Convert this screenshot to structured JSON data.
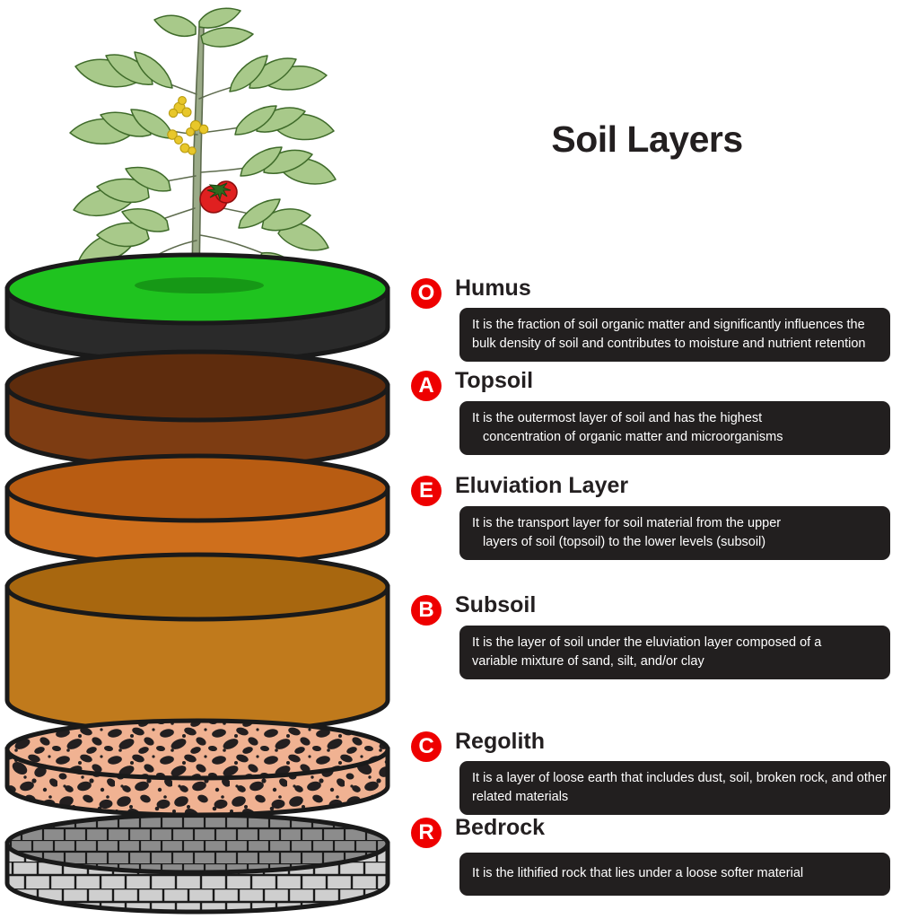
{
  "title": "Soil Layers",
  "colors": {
    "badge_red": "#ee0000",
    "panel_dark": "#221f1f",
    "text_dark": "#231f20",
    "grass_green": "#1fc31f",
    "humus_dark": "#2a2a2a",
    "topsoil_brown": "#7d3c12",
    "eluviation_orange": "#cf6f1c",
    "subsoil_orange": "#c07a1c",
    "regolith_tan": "#f0b292",
    "regolith_rock": "#231f20",
    "bedrock_light": "#cfcfcf",
    "bedrock_top": "#8c8c8c",
    "outline": "#1a1a1a",
    "plant_leaf": "#a8c98a",
    "plant_leaf_dark": "#3f6b2a",
    "plant_stem": "#9bab88",
    "tomato_red": "#e02020",
    "flower_yellow": "#e8c72a"
  },
  "illustration": {
    "alt": "Stacked cylinder cross-section of soil horizons with tomato plant on top",
    "plant": {
      "name": "tomato-plant",
      "fruit_count": 2,
      "has_flowers": true
    },
    "cylinders": [
      {
        "id": "humus",
        "label": "Humus",
        "top_color": "#1fc31f",
        "side_color": "#2a2a2a",
        "texture": "solid"
      },
      {
        "id": "topsoil",
        "label": "Topsoil",
        "top_color": "#5e2c0d",
        "side_color": "#7d3c12",
        "texture": "solid"
      },
      {
        "id": "eluviation",
        "label": "Eluviation Layer",
        "top_color": "#b85c12",
        "side_color": "#cf6f1c",
        "texture": "solid"
      },
      {
        "id": "subsoil",
        "label": "Subsoil",
        "top_color": "#a8670f",
        "side_color": "#c07a1c",
        "texture": "solid"
      },
      {
        "id": "regolith",
        "label": "Regolith",
        "top_color": "#f0b292",
        "side_color": "#f0b292",
        "texture": "rock-fragments"
      },
      {
        "id": "bedrock",
        "label": "Bedrock",
        "top_color": "#8c8c8c",
        "side_color": "#cfcfcf",
        "texture": "brick"
      }
    ]
  },
  "entries": [
    {
      "code": "O",
      "name": "Humus",
      "lines": [
        "It is the fraction of soil organic matter and significantly influences the",
        "bulk density of soil and contributes to moisture and nutrient retention"
      ],
      "indent": [
        false,
        false
      ]
    },
    {
      "code": "A",
      "name": "Topsoil",
      "lines": [
        "It  is  the  outermost  layer of soil and has  the  highest",
        "concentration  of  organic matter and microorganisms"
      ],
      "indent": [
        false,
        true
      ]
    },
    {
      "code": "E",
      "name": "Eluviation Layer",
      "lines": [
        "It is the transport  layer for soil  material  from   the upper",
        "layers  of  soil (topsoil) to  the lower levels (subsoil)"
      ],
      "indent": [
        false,
        true
      ]
    },
    {
      "code": "B",
      "name": "Subsoil",
      "lines": [
        "It is the layer of soil under the eluviation layer composed of a",
        "variable mixture of sand, silt, and/or clay"
      ],
      "indent": [
        false,
        false
      ]
    },
    {
      "code": "C",
      "name": "Regolith",
      "lines": [
        "It is a layer of loose earth that includes dust, soil, broken rock, and other",
        "related materials"
      ],
      "indent": [
        false,
        false
      ]
    },
    {
      "code": "R",
      "name": "Bedrock",
      "lines": [
        "It is the lithified rock that lies under a loose softer material"
      ],
      "indent": [
        false
      ]
    }
  ]
}
